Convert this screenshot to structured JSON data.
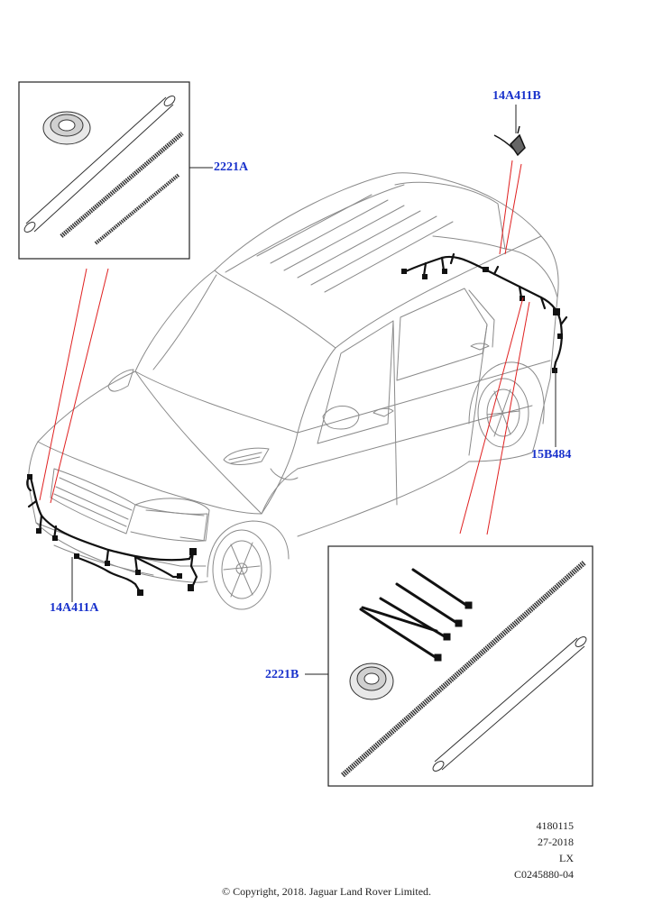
{
  "callouts": {
    "c2221a": "2221A",
    "c14a411b": "14A411B",
    "c15b484": "15B484",
    "c14a411a": "14A411A",
    "c2221b": "2221B"
  },
  "illustration_codes": [
    "4180115",
    "27-2018",
    "LX",
    "C0245880-04"
  ],
  "copyright": "© Copyright, 2018. Jaguar Land Rover Limited.",
  "colors": {
    "callout_text": "#1a33cc",
    "leader_line": "#e02020",
    "outline": "#555555",
    "harness": "#111111"
  }
}
